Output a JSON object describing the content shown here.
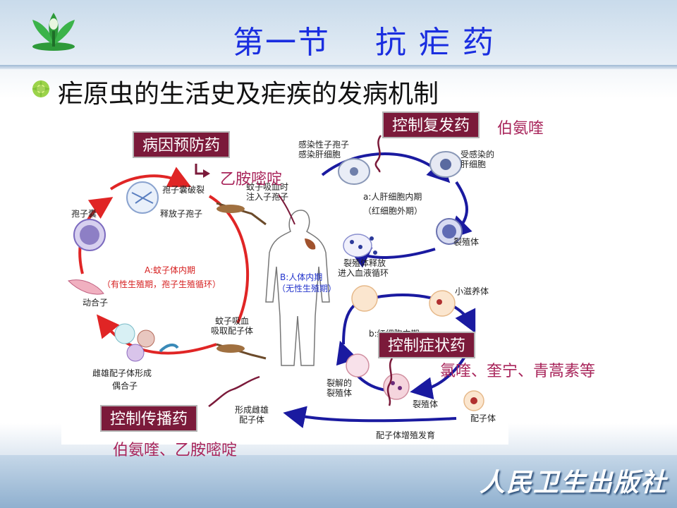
{
  "slide": {
    "title": "第一节    抗 疟 药",
    "subtitle": "疟原虫的生活史及疟疾的发病机制",
    "publisher": "人民卫生出版社"
  },
  "callouts": {
    "cause_prevention": {
      "label": "病因预防药",
      "drug": "乙胺嘧啶"
    },
    "relapse_control": {
      "label": "控制复发药",
      "drug": "伯氨喹"
    },
    "symptom_control": {
      "label": "控制症状药",
      "drug": "氯喹、奎宁、青蒿素等"
    },
    "transmission_control": {
      "label": "控制传播药",
      "drug": "伯氨喹、乙胺嘧啶"
    }
  },
  "diagram_labels": {
    "sporozoite_rupture": "孢子囊破裂",
    "release_sporozoite": "释放子孢子",
    "oocyst": "孢子囊",
    "mosquito_inject": "蚊子吸血时",
    "inject_sporozoite": "注入子孢子",
    "infective_sporozoite": "感染性子孢子",
    "infect_liver": "感染肝细胞",
    "infected_liver": "受感染的",
    "liver_cell": "肝细胞",
    "phase_a_human": "a:人肝细胞内期",
    "phase_a_note": "（红细胞外期）",
    "schizont": "裂殖体",
    "merozoite_release": "裂殖体释放",
    "enter_blood": "进入血液循环",
    "phase_a_mosquito": "A:蚊子体内期",
    "phase_a_mosquito_note": "（有性生殖期，孢子生殖循环）",
    "phase_b_human": "B:人体内期",
    "phase_b_note": "（无性生殖期）",
    "ookinete": "动合子",
    "mosquito_suck": "蚊子吸血",
    "suck_gametocyte": "吸取配子体",
    "gamete_form": "雌雄配子体形成",
    "zygote": "偶合子",
    "small_trophozoite": "小滋养体",
    "rbc_phase": "b:红细胞内期",
    "ruptured": "裂解的",
    "ruptured_schizont": "裂殖体",
    "schizont2": "裂殖体",
    "gametocyte": "配子体",
    "form_gametocyte": "形成雌雄",
    "gametocyte2": "配子体",
    "gametocyte_dev": "配子体增殖发育"
  },
  "colors": {
    "title": "#1a2ee0",
    "callout_bg": "#7b1a3a",
    "drug_text": "#a8245a",
    "cycle_arrow_red": "#e02525",
    "cycle_arrow_blue": "#1a1aa0"
  }
}
